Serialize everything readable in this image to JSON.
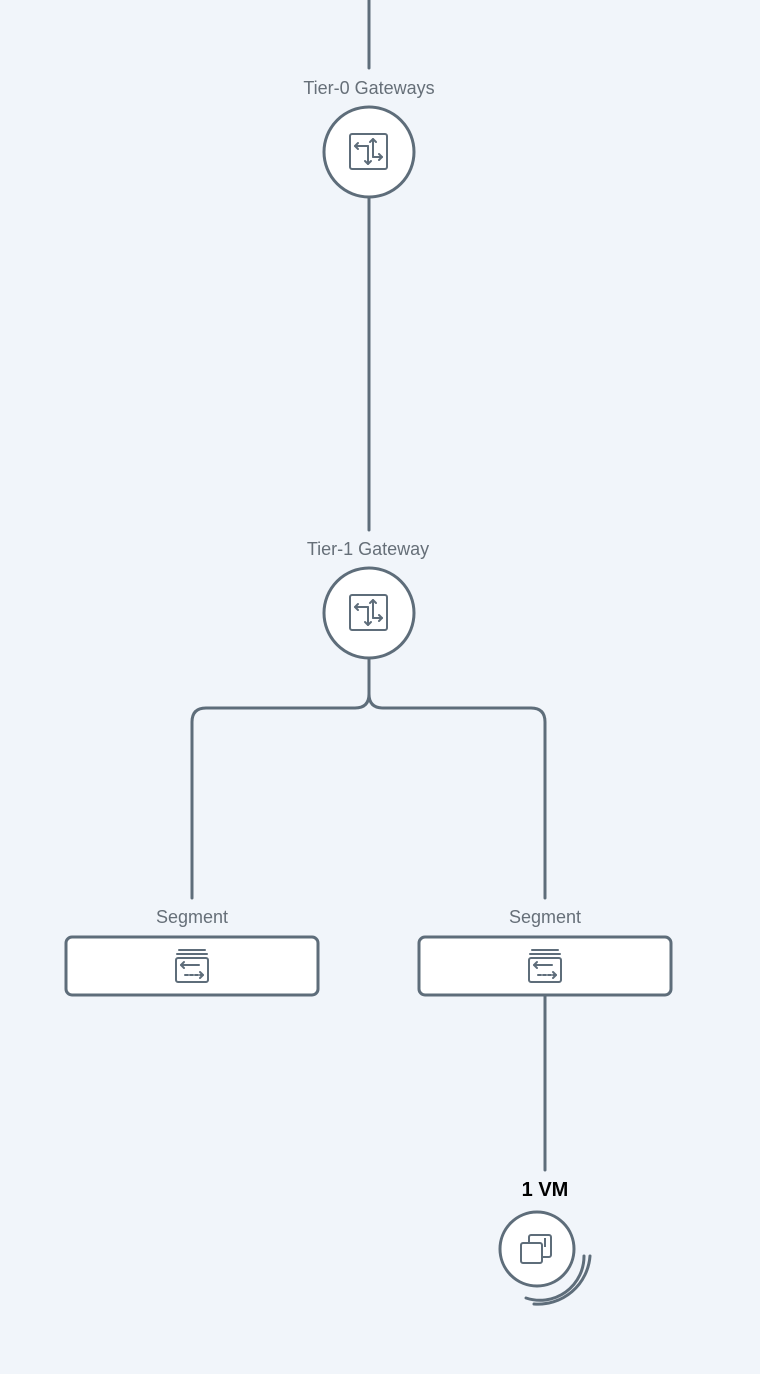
{
  "tier0": {
    "label": "Tier-0 Gateways",
    "icon": "router-icon"
  },
  "tier1": {
    "label": "Tier-1 Gateway",
    "icon": "router-icon"
  },
  "segments": [
    {
      "label": "Segment",
      "icon": "segment-switch-icon"
    },
    {
      "label": "Segment",
      "icon": "segment-switch-icon"
    }
  ],
  "vm_group": {
    "label": "1 VM",
    "icon": "vm-stack-icon"
  },
  "colors": {
    "background": "#f1f5fa",
    "stroke": "#5e6d7a",
    "node_fill": "#ffffff",
    "label": "#666f78"
  }
}
